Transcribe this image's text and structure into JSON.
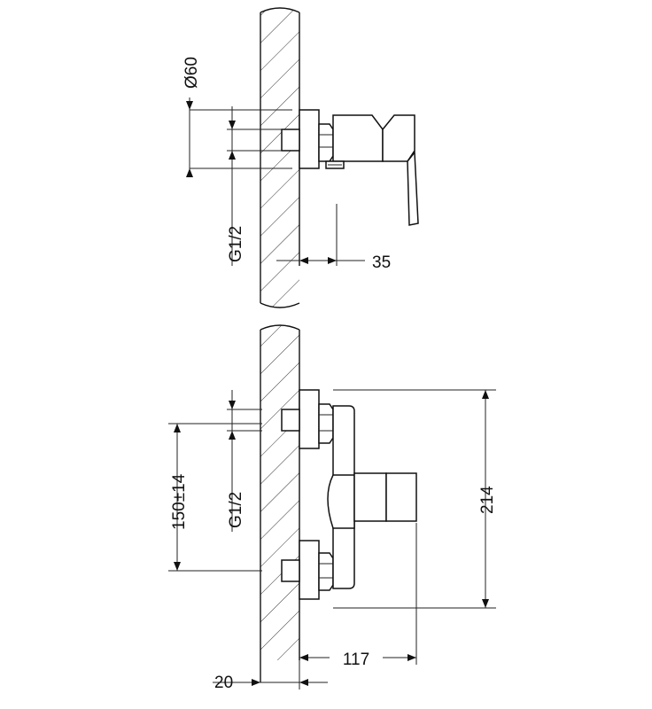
{
  "drawing": {
    "top_view": {
      "diameter_label": "Ø60",
      "thread_label": "G1/2",
      "projection_label": "35"
    },
    "front_view": {
      "center_distance_label": "150±14",
      "thread_label": "G1/2",
      "height_label": "214",
      "depth_label": "117",
      "wall_label": "20"
    }
  }
}
